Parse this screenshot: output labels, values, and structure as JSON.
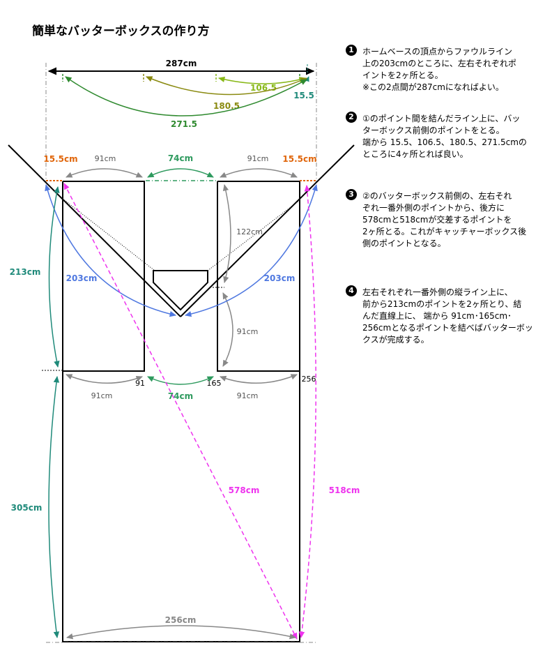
{
  "title": "簡単なバッターボックスの作り方",
  "steps": [
    {
      "num": "1",
      "lines": [
        "ホームベースの頂点からファウルライン",
        "上の203cmのところに、左右それぞれポ",
        "イントを2ヶ所とる。",
        "※この2点間が287cmになればよい。"
      ]
    },
    {
      "num": "2",
      "lines": [
        "①のポイント間を結んだライン上に、バッ",
        "ターボックス前側のポイントをとる。",
        "端から 15.5、106.5、180.5、271.5cmの",
        "ところに4ヶ所とれば良い。"
      ]
    },
    {
      "num": "3",
      "lines": [
        "②のバッターボックス前側の、左右それ",
        "ぞれ一番外側のポイントから、後方に",
        "578cmと518cmが交差するポイントを",
        "2ヶ所とる。これがキャッチャーボックス後",
        "側のポイントとなる。"
      ]
    },
    {
      "num": "4",
      "lines": [
        "左右それぞれ一番外側の縦ライン上に、",
        "前から213cmのポイントを2ヶ所とり、結",
        "んだ直線上に、 端から 91cm･165cm･",
        "256cmとなるポイントを結べばバッターボッ",
        "クスが完成する。"
      ]
    }
  ],
  "labels": {
    "top_width": "287cm",
    "d106": "106.5",
    "d155": "15.5",
    "d180": "180.5",
    "d271": "271.5",
    "off_left": "15.5cm",
    "off_right": "15.5cm",
    "w91_left": "91cm",
    "w74_top": "74cm",
    "w91_right": "91cm",
    "h122": "122cm",
    "diag203_left": "203cm",
    "diag203_right": "203cm",
    "h213": "213cm",
    "h91": "91cm",
    "mark91": "91",
    "mark165": "165",
    "mark256": "256",
    "w91_bottom_left": "91cm",
    "w74_bottom": "74cm",
    "w91_bottom_right": "91cm",
    "h305": "305cm",
    "d578": "578cm",
    "d518": "518cm",
    "w256": "256cm"
  },
  "colors": {
    "black": "#000000",
    "gray": "#888888",
    "teal": "#1f8a7a",
    "blue": "#4f78e0",
    "orange": "#e0650a",
    "magenta": "#ee33ee",
    "olive": "#8a8a10",
    "lime": "#88b818",
    "darkgreen": "#2f8a2f",
    "green": "#2e9a5e"
  }
}
